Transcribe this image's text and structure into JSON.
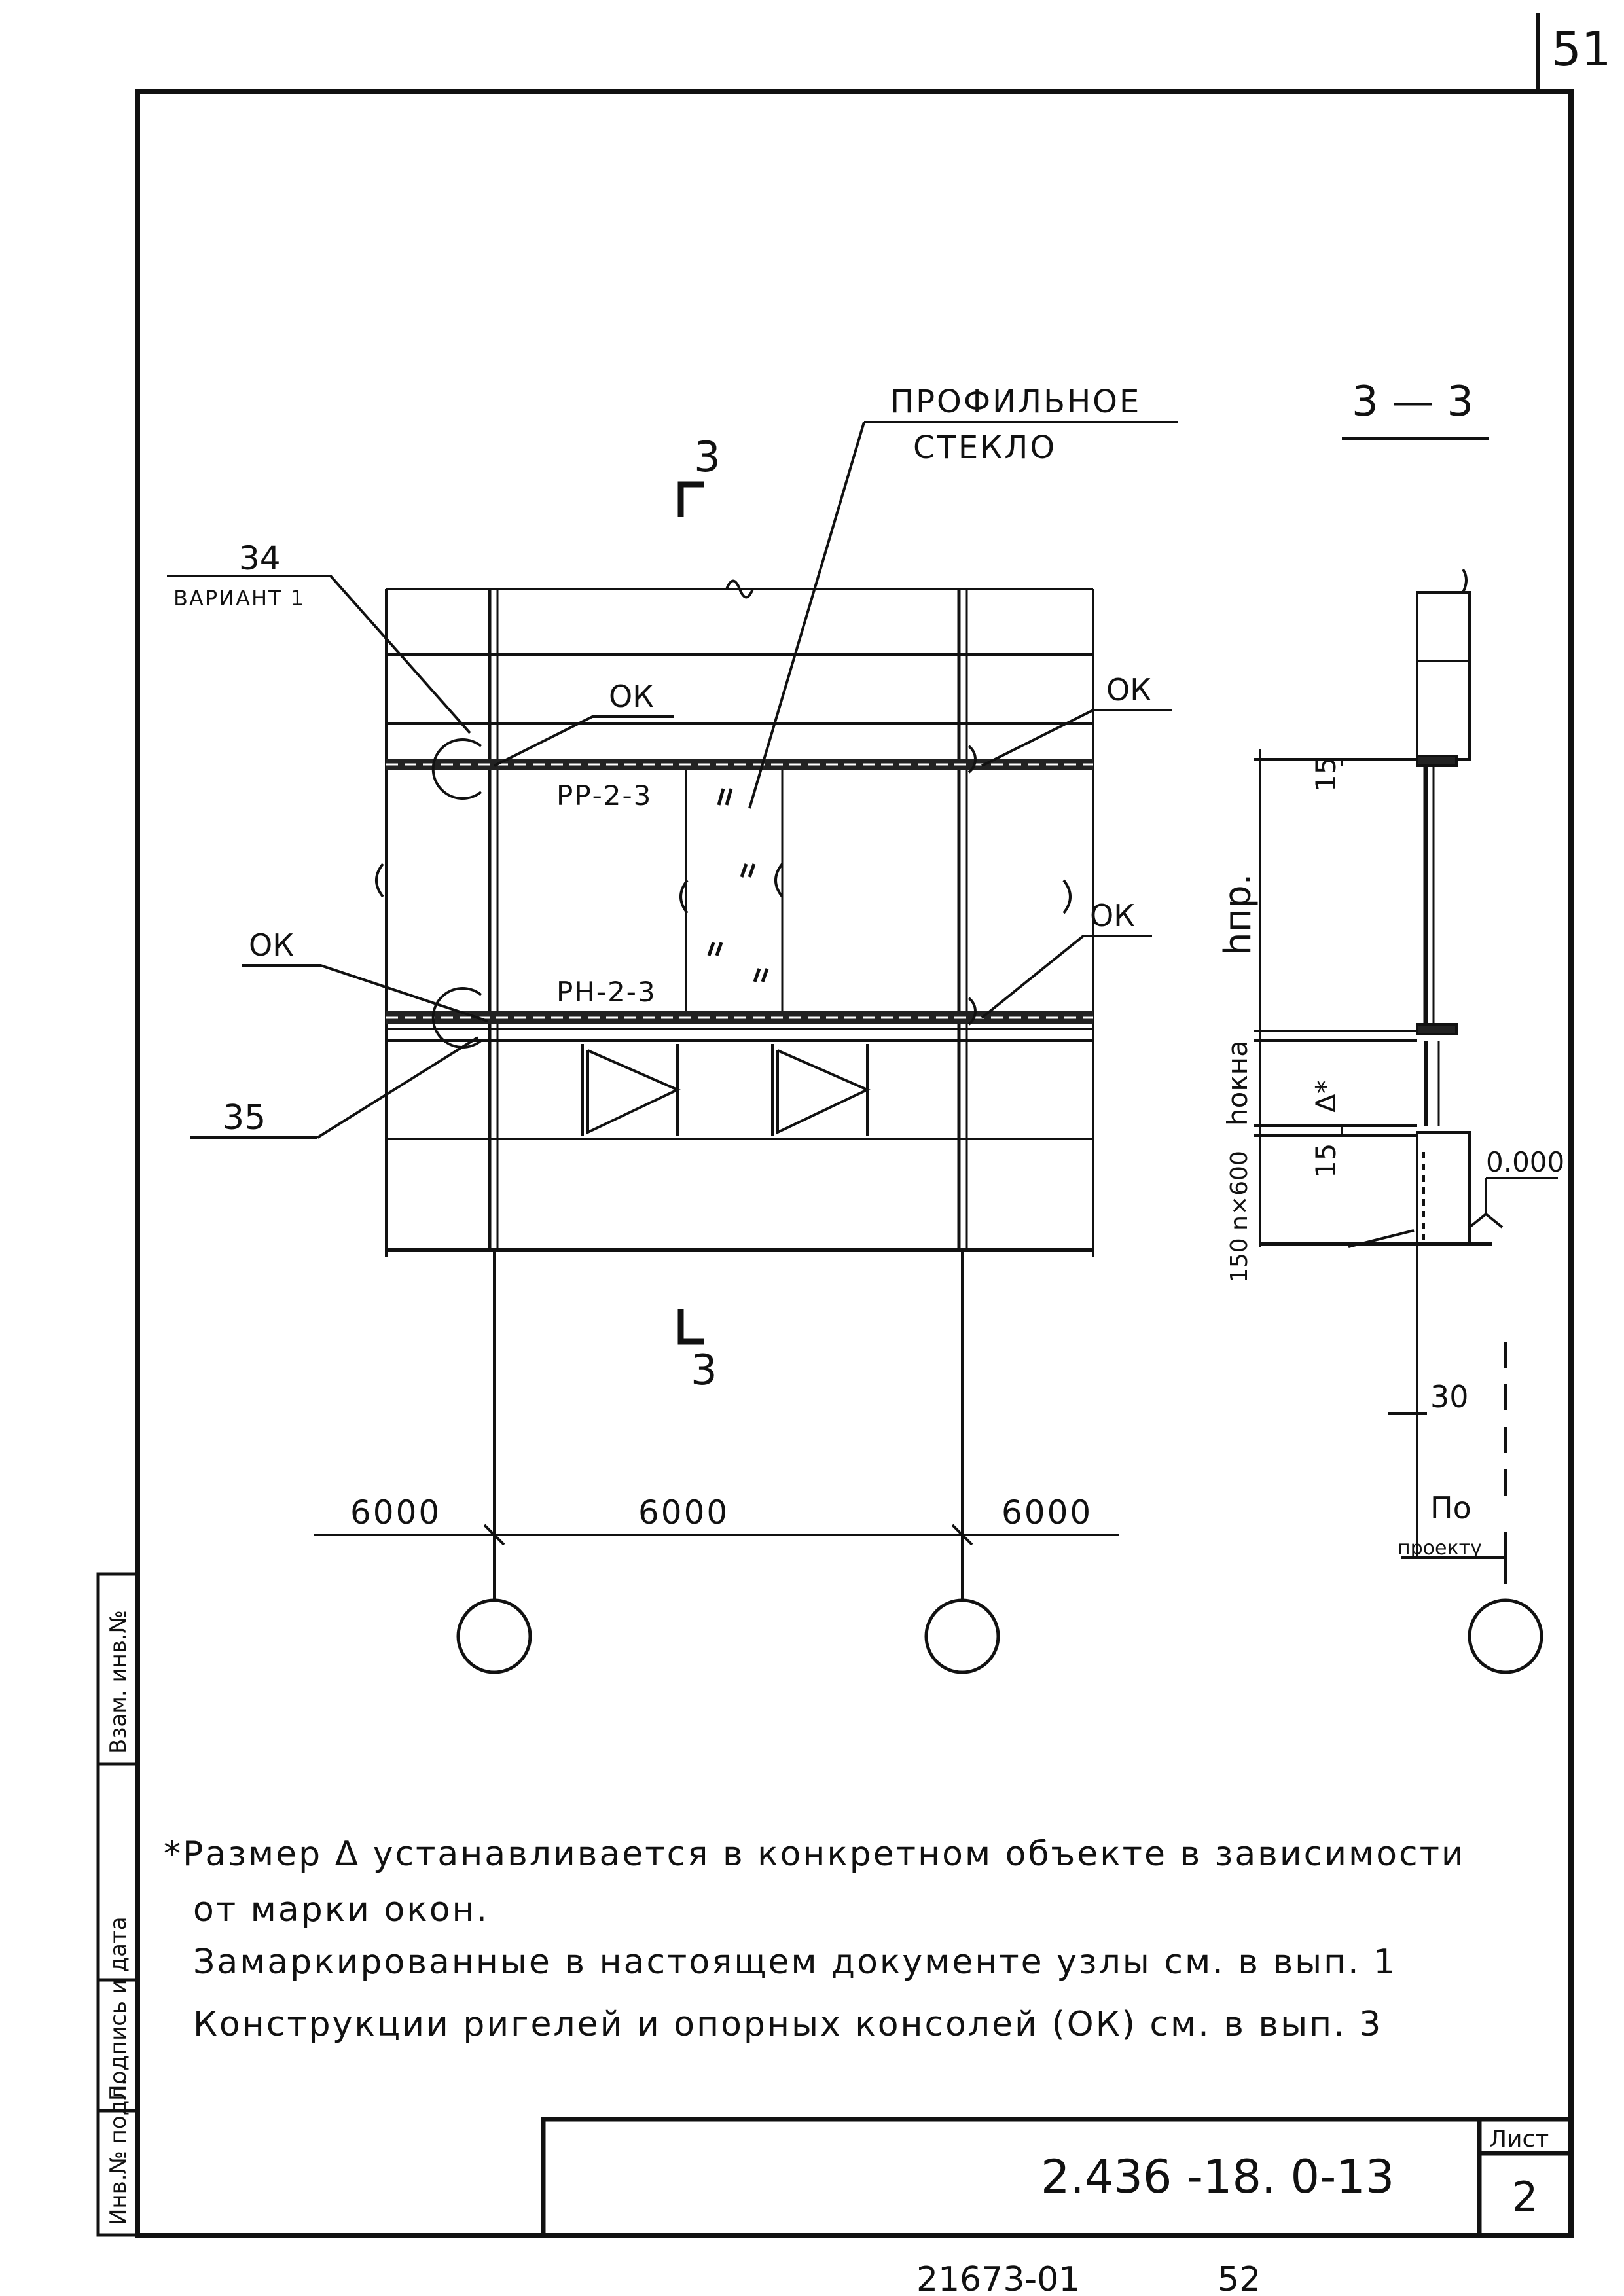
{
  "sheet": {
    "page_number": "51",
    "code": "2.436 -18.  0-13",
    "list_label": "Лист",
    "list_number": "2",
    "bottom_code": "21673-01",
    "bottom_number": "52"
  },
  "side_stamp": {
    "cell_1": "Инв.№ подл.",
    "cell_2": "Подпись и дата",
    "cell_3": "Взам. инв.№"
  },
  "elevation": {
    "section_mark_top": "3",
    "section_mark_bottom": "3",
    "profile_glass_line1": "ПРОФИЛЬНОЕ",
    "profile_glass_line2": "СТЕКЛО",
    "node_34": "34",
    "variant": "ВАРИАНТ 1",
    "node_35": "35",
    "ok_1": "ОК",
    "ok_2": "ОК",
    "ok_3": "ОК",
    "ok_4": "ОК",
    "rigel_top": "РР-2-3",
    "rigel_bottom": "РН-2-3",
    "dim_1": "6000",
    "dim_2": "6000",
    "dim_3": "6000"
  },
  "section": {
    "title": "3 — 3",
    "dim_15_top": "15",
    "h_pr": "hпр.",
    "h_okna": "hокна",
    "delta": "Δ*",
    "dim_15_bottom": "15",
    "dim_nx600": "150 n×600",
    "level": "0.000",
    "dim_30": "30",
    "po_line1": "По",
    "po_line2": "проекту"
  },
  "notes": {
    "line1": "*Размер Δ устанавливается в конкретном объекте в зависимости",
    "line2": "от марки окон.",
    "line3": "Замаркированные в настоящем документе узлы см. в вып. 1",
    "line4": "Конструкции ригелей и опорных консолей (ОК) см. в вып. 3"
  }
}
